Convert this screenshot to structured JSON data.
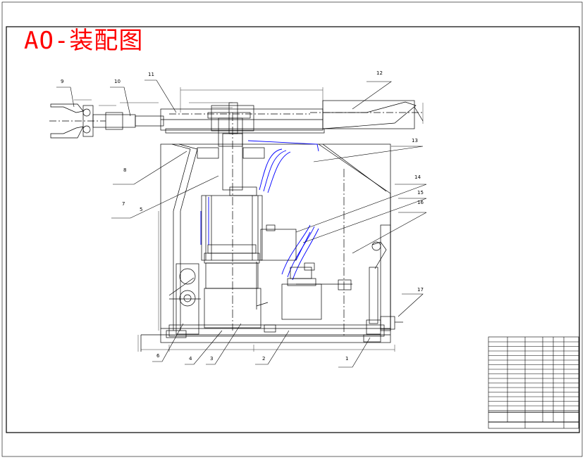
{
  "title": "AO-装配图",
  "callouts": [
    "1",
    "2",
    "3",
    "4",
    "5",
    "6",
    "7",
    "8",
    "9",
    "10",
    "11",
    "12",
    "13",
    "14",
    "15",
    "16",
    "17"
  ],
  "colors": {
    "line": "#000000",
    "accent": "#0000ff",
    "title": "#ff0000",
    "center": "#000000"
  }
}
